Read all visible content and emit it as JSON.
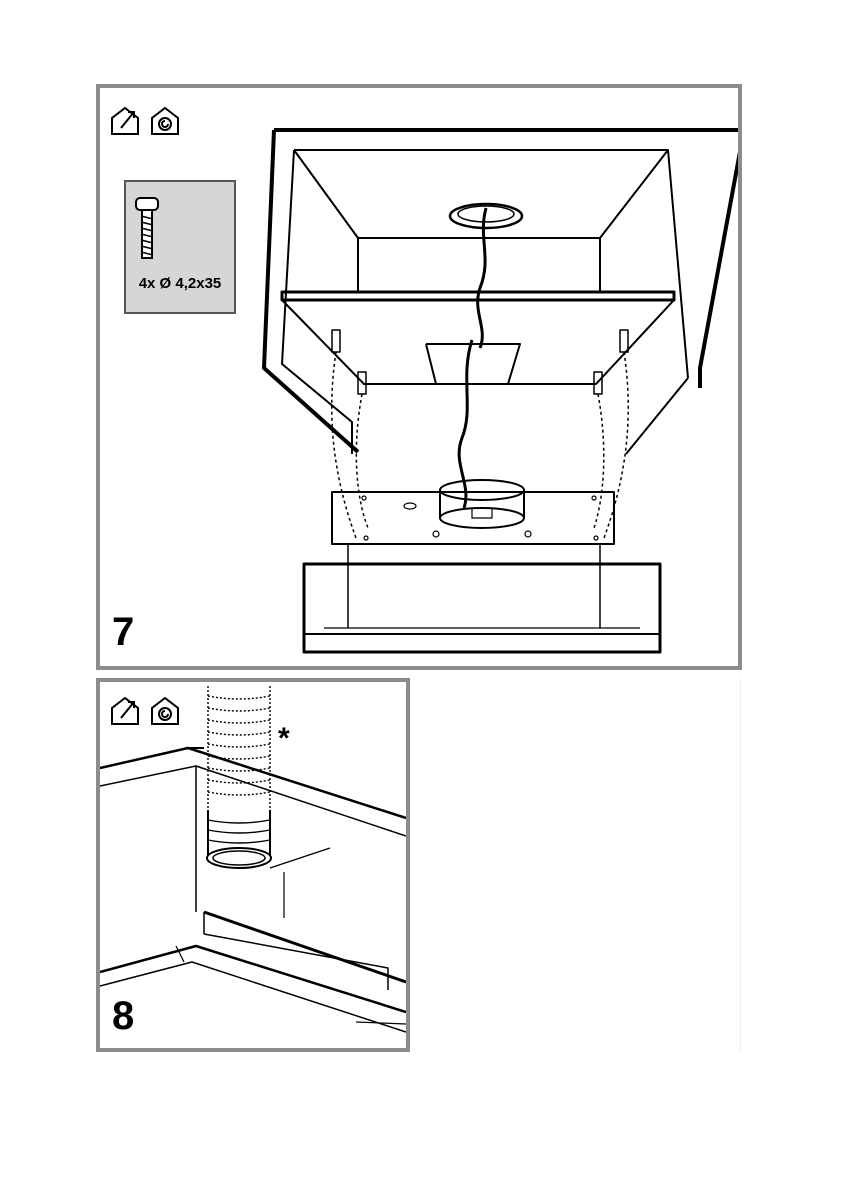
{
  "steps": [
    {
      "number": "7",
      "icons": [
        "ducted-exhaust-icon",
        "recirculation-icon"
      ],
      "screw_spec": "4x Ø 4,2x35"
    },
    {
      "number": "8",
      "icons": [
        "ducted-exhaust-icon",
        "recirculation-icon"
      ],
      "note_mark": "*"
    }
  ]
}
